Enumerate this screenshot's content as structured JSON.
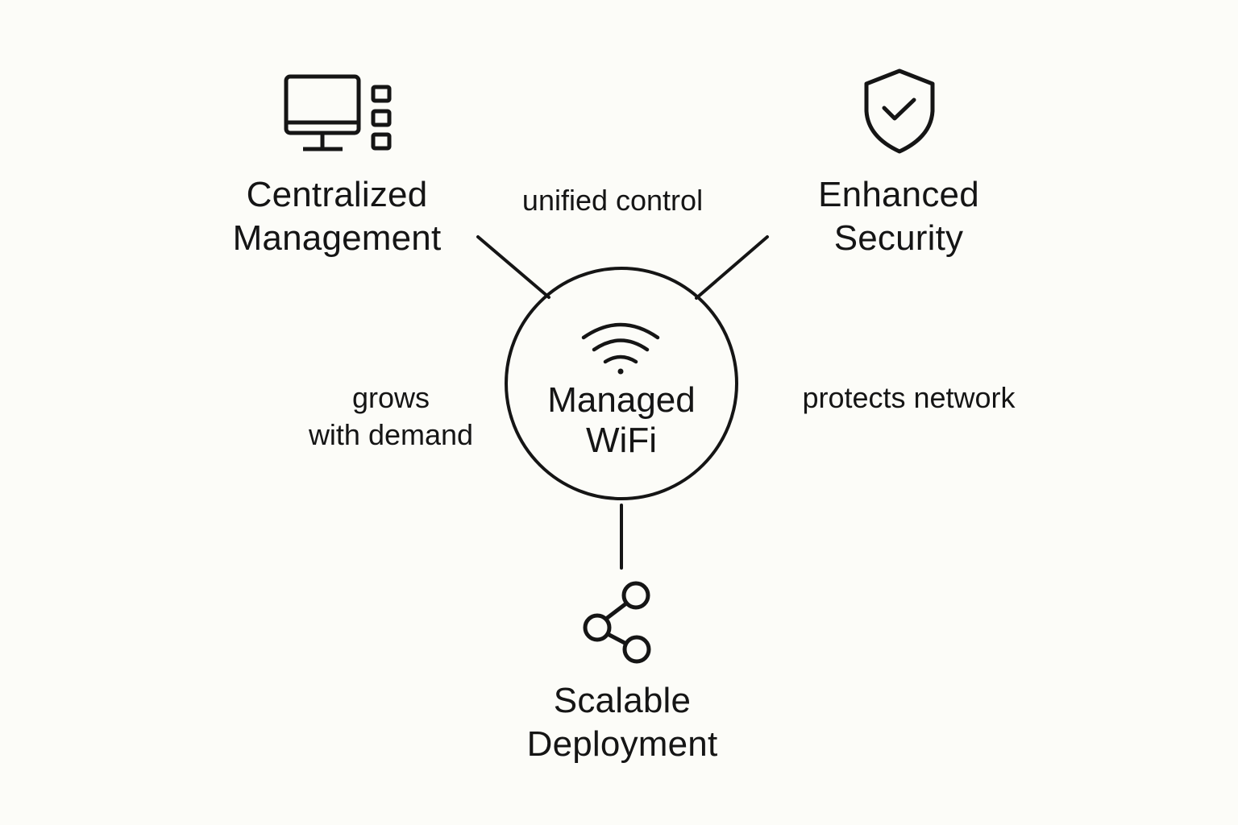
{
  "center": {
    "line1": "Managed",
    "line2": "WiFi",
    "icon": "wifi-icon"
  },
  "nodes": [
    {
      "id": "centralized",
      "line1": "Centralized",
      "line2": "Management",
      "icon": "monitor-dashboard-icon"
    },
    {
      "id": "security",
      "line1": "Enhanced",
      "line2": "Security",
      "icon": "shield-check-icon"
    },
    {
      "id": "scalable",
      "line1": "Scalable",
      "line2": "Deployment",
      "icon": "share-nodes-icon"
    }
  ],
  "edges": [
    {
      "from": "center",
      "to": "centralized",
      "label": "unified control"
    },
    {
      "from": "center",
      "to": "security",
      "label": "protects network"
    },
    {
      "from": "center",
      "to": "scalable",
      "line1": "grows",
      "line2": "with demand"
    }
  ],
  "colors": {
    "background": "#fcfcf8",
    "stroke": "#151515"
  }
}
